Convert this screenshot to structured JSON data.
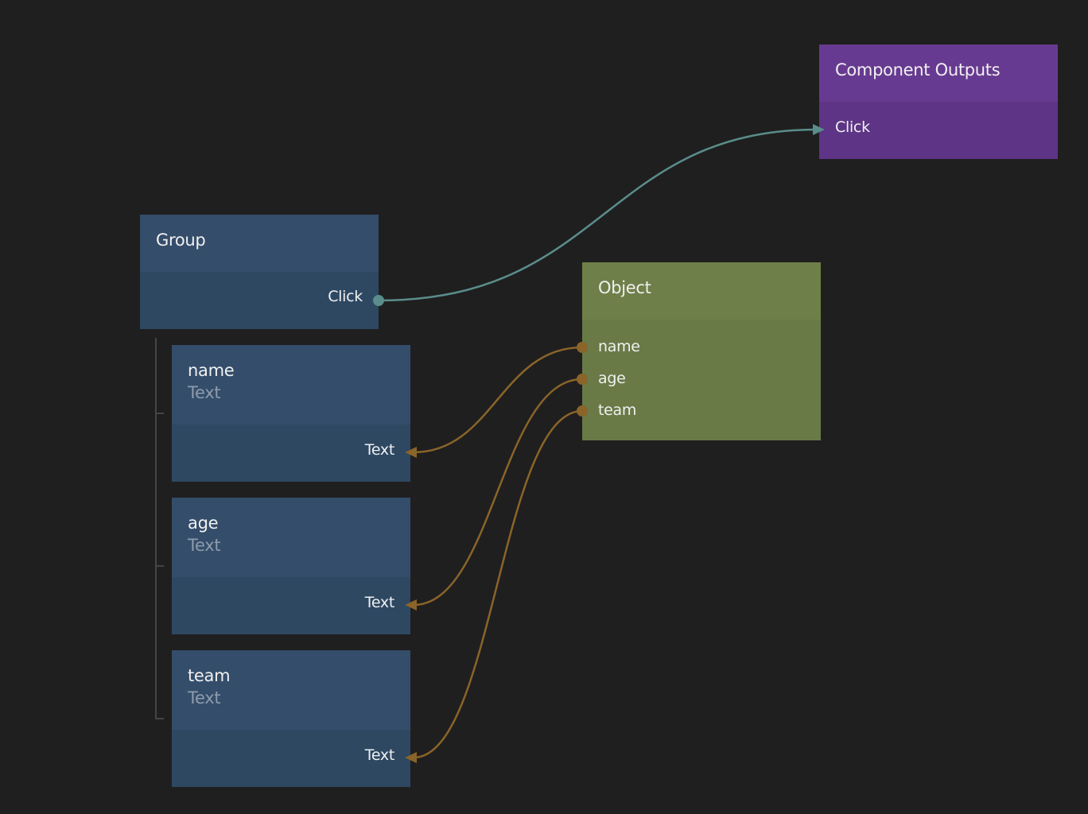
{
  "colors": {
    "background": "#1f1f1f",
    "visual_node": "#344d6a",
    "component_node": "#673a91",
    "data_node": "#6f7f49",
    "signal_wire": "#5a8d8b",
    "data_wire": "#8a6429"
  },
  "nodes": {
    "group": {
      "title": "Group",
      "output": "Click"
    },
    "component_outputs": {
      "title": "Component Outputs",
      "input": "Click"
    },
    "object": {
      "title": "Object",
      "outputs": [
        "name",
        "age",
        "team"
      ]
    },
    "text_nodes": [
      {
        "title": "name",
        "type": "Text",
        "input": "Text"
      },
      {
        "title": "age",
        "type": "Text",
        "input": "Text"
      },
      {
        "title": "team",
        "type": "Text",
        "input": "Text"
      }
    ]
  },
  "connections": [
    {
      "from": "Group.Click",
      "to": "Component Outputs.Click",
      "kind": "signal"
    },
    {
      "from": "Object.name",
      "to": "name.Text",
      "kind": "data"
    },
    {
      "from": "Object.age",
      "to": "age.Text",
      "kind": "data"
    },
    {
      "from": "Object.team",
      "to": "team.Text",
      "kind": "data"
    }
  ]
}
